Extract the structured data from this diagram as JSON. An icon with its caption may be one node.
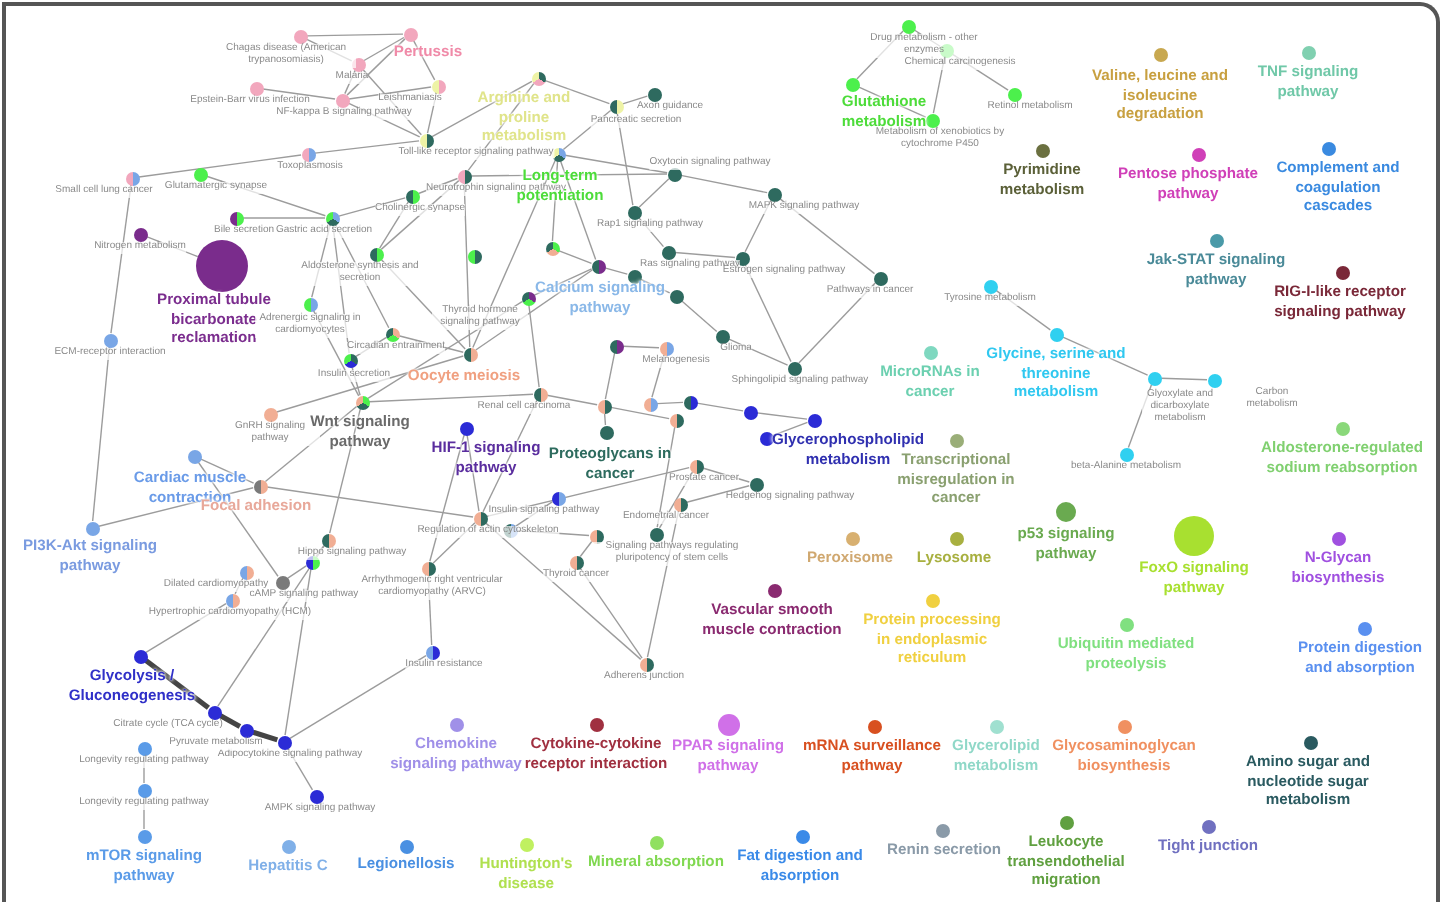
{
  "diagram": {
    "nodes": [
      {
        "text": [],
        "shape": "circle",
        "beside": [
          "Chagas disease (American trypanosomiasis)"
        ]
      },
      {
        "text": [],
        "shape": "circle",
        "beside": [
          "Pertussis"
        ]
      },
      {
        "text": [],
        "shape": "circle",
        "beside": [
          "Malaria"
        ]
      },
      {
        "text": [],
        "shape": "circle",
        "beside": [
          "Epstein-Barr virus infection"
        ]
      },
      {
        "text": [],
        "shape": "circle",
        "beside": [
          "NF-kappa B signaling pathway"
        ]
      },
      {
        "text": [],
        "shape": "circle",
        "beside": [
          "Leishmaniasis"
        ]
      },
      {
        "text": [],
        "shape": "circle",
        "beside": [
          "Toxoplasmosis"
        ]
      },
      {
        "text": [],
        "shape": "circle",
        "beside": [
          "Toll-like receptor signaling pathway"
        ]
      },
      {
        "text": [],
        "shape": "circle",
        "beside": [
          "Small cell lung cancer"
        ]
      },
      {
        "text": [],
        "shape": "circle",
        "beside": [
          "Glutamatergic synapse"
        ]
      },
      {
        "text": [],
        "shape": "circle",
        "beside": [
          "Nitrogen metabolism"
        ]
      },
      {
        "text": [],
        "shape": "circle",
        "beside": [
          "Bile secretion"
        ]
      },
      {
        "text": [],
        "shape": "circle",
        "beside": [
          "Gastric acid secretion"
        ]
      },
      {
        "text": [],
        "shape": "circle",
        "beside": [
          "Cholinergic synapse"
        ]
      },
      {
        "text": [],
        "shape": "circle",
        "beside": [
          "Neurotrophin signaling pathway"
        ]
      },
      {
        "text": [],
        "shape": "circle",
        "beside": [
          "Proximal tubule bicarbonate reclamation"
        ]
      },
      {
        "text": [],
        "shape": "circle",
        "beside": [
          "Aldosterone synthesis and secretion"
        ]
      },
      {
        "text": [],
        "shape": "circle"
      },
      {
        "text": [],
        "shape": "circle",
        "beside": [
          "Adrenergic signaling in cardiomyocytes"
        ]
      },
      {
        "text": [],
        "shape": "circle",
        "beside": [
          "Circadian entrainment"
        ]
      },
      {
        "text": [],
        "shape": "circle",
        "beside": [
          "Insulin secretion"
        ]
      },
      {
        "text": [],
        "shape": "circle",
        "beside": [
          "Oocyte meiosis"
        ]
      },
      {
        "text": [],
        "shape": "circle",
        "beside": [
          "ECM-receptor interaction"
        ]
      },
      {
        "text": [],
        "shape": "circle",
        "beside": [
          "GnRH signaling pathway"
        ]
      },
      {
        "text": [],
        "shape": "circle",
        "beside": [
          "Wnt signaling pathway"
        ]
      },
      {
        "text": [],
        "shape": "circle",
        "beside": [
          "HIF-1 signaling pathway"
        ]
      },
      {
        "text": [],
        "shape": "circle",
        "beside": [
          "Cardiac muscle contraction"
        ]
      },
      {
        "text": [],
        "shape": "circle",
        "beside": [
          "Arginine and proline metabolism"
        ]
      },
      {
        "text": [],
        "shape": "circle",
        "beside": [
          "Axon guidance"
        ]
      },
      {
        "text": [],
        "shape": "circle",
        "beside": [
          "Pancreatic secretion"
        ]
      },
      {
        "text": [],
        "shape": "circle",
        "beside": [
          "Long-term potentiation"
        ]
      },
      {
        "text": [],
        "shape": "circle",
        "beside": [
          "Oxytocin signaling pathway"
        ]
      },
      {
        "text": [],
        "shape": "circle",
        "beside": [
          "MAPK signaling pathway"
        ]
      },
      {
        "text": [],
        "shape": "circle",
        "beside": [
          "Rap1 signaling pathway"
        ]
      },
      {
        "text": [],
        "shape": "circle"
      },
      {
        "text": [],
        "shape": "circle",
        "beside": [
          "Ras signaling pathway"
        ]
      },
      {
        "text": [],
        "shape": "circle",
        "beside": [
          "Calcium signaling pathway"
        ]
      },
      {
        "text": [],
        "shape": "circle",
        "beside": [
          "Estrogen signaling pathway"
        ]
      },
      {
        "text": [],
        "shape": "circle"
      },
      {
        "text": [],
        "shape": "circle",
        "beside": [
          "Pathways in cancer"
        ]
      },
      {
        "text": [],
        "shape": "circle",
        "beside": [
          "Thyroid hormone signaling pathway"
        ]
      },
      {
        "text": [],
        "shape": "circle"
      },
      {
        "text": [],
        "shape": "circle"
      },
      {
        "text": [],
        "shape": "circle",
        "beside": [
          "Melanogenesis"
        ]
      },
      {
        "text": [],
        "shape": "circle",
        "beside": [
          "Glioma"
        ]
      },
      {
        "text": [],
        "shape": "circle",
        "beside": [
          "Sphingolipid signaling pathway"
        ]
      },
      {
        "text": [],
        "shape": "circle",
        "beside": [
          "Renal cell carcinoma"
        ]
      },
      {
        "text": [],
        "shape": "circle"
      },
      {
        "text": [],
        "shape": "circle"
      },
      {
        "text": [],
        "shape": "circle"
      },
      {
        "text": [],
        "shape": "circle"
      },
      {
        "text": [],
        "shape": "circle",
        "beside": [
          "Proteoglycans in cancer"
        ]
      },
      {
        "text": [],
        "shape": "circle"
      },
      {
        "text": [],
        "shape": "circle",
        "beside": [
          "Glycerophospholipid metabolism"
        ]
      },
      {
        "text": [],
        "shape": "circle"
      },
      {
        "text": [],
        "shape": "circle",
        "beside": [
          "Drug metabolism - other enzymes"
        ]
      },
      {
        "text": [],
        "shape": "circle",
        "beside": [
          "Chemical carcinogenesis"
        ]
      },
      {
        "text": [],
        "shape": "circle",
        "beside": [
          "Glutathione metabolism"
        ]
      },
      {
        "text": [],
        "shape": "circle",
        "beside": [
          "Metabolism of xenobiotics by cytochrome P450"
        ]
      },
      {
        "text": [],
        "shape": "circle",
        "beside": [
          "Retinol metabolism"
        ]
      },
      {
        "text": [],
        "shape": "circle",
        "beside": [
          "MicroRNAs in cancer"
        ]
      },
      {
        "text": [],
        "shape": "circle",
        "beside": [
          "Transcriptional misregulation in cancer"
        ]
      },
      {
        "text": [],
        "shape": "circle",
        "beside": [
          "Valine, leucine and isoleucine degradation"
        ]
      },
      {
        "text": [],
        "shape": "circle",
        "beside": [
          "TNF signaling pathway"
        ]
      },
      {
        "text": [],
        "shape": "circle",
        "beside": [
          "Pyrimidine metabolism"
        ]
      },
      {
        "text": [],
        "shape": "circle",
        "beside": [
          "Pentose phosphate pathway"
        ]
      },
      {
        "text": [],
        "shape": "circle",
        "beside": [
          "Complement and coagulation cascades"
        ]
      },
      {
        "text": [],
        "shape": "circle",
        "beside": [
          "Jak-STAT signaling pathway"
        ]
      },
      {
        "text": [],
        "shape": "circle",
        "beside": [
          "RIG-I-like receptor signaling pathway"
        ]
      },
      {
        "text": [],
        "shape": "circle",
        "beside": [
          "Tyrosine metabolism"
        ]
      },
      {
        "text": [],
        "shape": "circle",
        "beside": [
          "Glycine, serine and threonine metabolism"
        ]
      },
      {
        "text": [],
        "shape": "circle",
        "beside": [
          "Glyoxylate and dicarboxylate metabolism"
        ]
      },
      {
        "text": [],
        "shape": "circle",
        "beside": [
          "Carbon metabolism"
        ]
      },
      {
        "text": [],
        "shape": "circle",
        "beside": [
          "beta-Alanine metabolism"
        ]
      },
      {
        "text": [],
        "shape": "circle",
        "beside": [
          "Aldosterone-regulated sodium reabsorption"
        ]
      },
      {
        "text": [],
        "shape": "circle",
        "beside": [
          "p53 signaling pathway"
        ]
      },
      {
        "text": [],
        "shape": "circle",
        "beside": [
          "FoxO signaling pathway"
        ]
      },
      {
        "text": [],
        "shape": "circle",
        "beside": [
          "N-Glycan biosynthesis"
        ]
      },
      {
        "text": [],
        "shape": "circle",
        "beside": [
          "Ubiquitin mediated proteolysis"
        ]
      },
      {
        "text": [],
        "shape": "circle",
        "beside": [
          "Protein digestion and absorption"
        ]
      },
      {
        "text": [],
        "shape": "circle",
        "beside": [
          "Peroxisome"
        ]
      },
      {
        "text": [],
        "shape": "circle",
        "beside": [
          "Lysosome"
        ]
      },
      {
        "text": [],
        "shape": "circle",
        "beside": [
          "Vascular smooth muscle contraction"
        ]
      },
      {
        "text": [],
        "shape": "circle",
        "beside": [
          "Protein processing in endoplasmic reticulum"
        ]
      },
      {
        "text": [],
        "shape": "circle",
        "beside": [
          "Adherens junction"
        ]
      },
      {
        "text": [],
        "shape": "circle",
        "beside": [
          "Cytokine-cytokine receptor interaction"
        ]
      },
      {
        "text": [],
        "shape": "circle",
        "beside": [
          "PPAR signaling pathway"
        ]
      },
      {
        "text": [],
        "shape": "circle",
        "beside": [
          "mRNA surveillance pathway"
        ]
      },
      {
        "text": [],
        "shape": "circle",
        "beside": [
          "Glycerolipid metabolism"
        ]
      },
      {
        "text": [],
        "shape": "circle",
        "beside": [
          "Glycosaminoglycan biosynthesis"
        ]
      },
      {
        "text": [],
        "shape": "circle",
        "beside": [
          "Amino sugar and nucleotide sugar metabolism"
        ]
      },
      {
        "text": [],
        "shape": "circle",
        "beside": [
          "Leukocyte transendothelial migration"
        ]
      },
      {
        "text": [],
        "shape": "circle",
        "beside": [
          "Tight junction"
        ]
      },
      {
        "text": [],
        "shape": "circle",
        "beside": [
          "Renin secretion"
        ]
      },
      {
        "text": [],
        "shape": "circle",
        "beside": [
          "Fat digestion and absorption"
        ]
      },
      {
        "text": [],
        "shape": "circle",
        "beside": [
          "Mineral absorption"
        ]
      },
      {
        "text": [],
        "shape": "circle",
        "beside": [
          "Huntington's disease"
        ]
      },
      {
        "text": [],
        "shape": "circle",
        "beside": [
          "Legionellosis"
        ]
      },
      {
        "text": [],
        "shape": "circle",
        "beside": [
          "Hepatitis C"
        ]
      },
      {
        "text": [],
        "shape": "circle",
        "beside": [
          "mTOR signaling pathway"
        ]
      },
      {
        "text": [],
        "shape": "circle",
        "beside": [
          "Longevity regulating pathway"
        ]
      },
      {
        "text": [],
        "shape": "circle",
        "beside": [
          "Longevity regulating pathway"
        ]
      },
      {
        "text": [],
        "shape": "circle",
        "beside": [
          "Chemokine signaling pathway"
        ]
      },
      {
        "text": [],
        "shape": "circle",
        "beside": [
          "AMPK signaling pathway"
        ]
      },
      {
        "text": [],
        "shape": "circle",
        "beside": [
          "Adipocytokine signaling pathway"
        ]
      },
      {
        "text": [],
        "shape": "circle",
        "beside": [
          "Pyruvate metabolism"
        ]
      },
      {
        "text": [],
        "shape": "circle",
        "beside": [
          "Citrate cycle (TCA cycle)"
        ]
      },
      {
        "text": [],
        "shape": "circle",
        "beside": [
          "Glycolysis / Gluconeogenesis"
        ]
      },
      {
        "text": [],
        "shape": "circle",
        "beside": [
          "Insulin resistance"
        ]
      },
      {
        "text": [],
        "shape": "circle",
        "beside": [
          "Arrhythmogenic right ventricular cardiomyopathy (ARVC)"
        ]
      },
      {
        "text": [],
        "shape": "circle",
        "beside": [
          "Regulation of actin cytoskeleton"
        ]
      },
      {
        "text": [],
        "shape": "circle",
        "beside": [
          "Hypertrophic cardiomyopathy (HCM)"
        ]
      },
      {
        "text": [],
        "shape": "circle",
        "beside": [
          "Dilated cardiomyopathy"
        ]
      },
      {
        "text": [],
        "shape": "circle",
        "beside": [
          "cAMP signaling pathway"
        ]
      },
      {
        "text": [],
        "shape": "circle"
      },
      {
        "text": [],
        "shape": "circle",
        "beside": [
          "Hippo signaling pathway"
        ]
      },
      {
        "text": [],
        "shape": "circle",
        "beside": [
          "Focal adhesion"
        ]
      },
      {
        "text": [],
        "shape": "circle",
        "beside": [
          "PI3K-Akt signaling pathway"
        ]
      },
      {
        "text": [],
        "shape": "circle",
        "beside": [
          "Insulin signaling pathway"
        ]
      },
      {
        "text": [],
        "shape": "circle",
        "beside": [
          "Prostate cancer"
        ]
      },
      {
        "text": [],
        "shape": "circle",
        "beside": [
          "Hedgehog signaling pathway"
        ]
      },
      {
        "text": [],
        "shape": "circle",
        "beside": [
          "Endometrial cancer"
        ]
      },
      {
        "text": [],
        "shape": "circle"
      },
      {
        "text": [],
        "shape": "circle"
      },
      {
        "text": [],
        "shape": "circle",
        "beside": [
          "Signaling pathways regulating pluripotency of stem cells"
        ]
      },
      {
        "text": [],
        "shape": "circle",
        "beside": [
          "Thyroid cancer"
        ]
      }
    ],
    "edges": [
      {
        "from": 0,
        "to": 1,
        "arrow": "none"
      },
      {
        "from": 0,
        "to": 2,
        "arrow": "none"
      },
      {
        "from": 1,
        "to": 2,
        "arrow": "none"
      },
      {
        "from": 1,
        "to": 5,
        "arrow": "none"
      },
      {
        "from": 2,
        "to": 4,
        "arrow": "none"
      },
      {
        "from": 3,
        "to": 4,
        "arrow": "none"
      },
      {
        "from": 1,
        "to": 4,
        "arrow": "none"
      },
      {
        "from": 4,
        "to": 7,
        "arrow": "none"
      },
      {
        "from": 2,
        "to": 7,
        "arrow": "none"
      },
      {
        "from": 5,
        "to": 7,
        "arrow": "none"
      },
      {
        "from": 4,
        "to": 5,
        "arrow": "none"
      },
      {
        "from": 6,
        "to": 7,
        "arrow": "none"
      },
      {
        "from": 6,
        "to": 8,
        "arrow": "none"
      },
      {
        "from": 8,
        "to": 22,
        "arrow": "none"
      },
      {
        "from": 9,
        "to": 12,
        "arrow": "none"
      },
      {
        "from": 10,
        "to": 15,
        "arrow": "none"
      },
      {
        "from": 11,
        "to": 12,
        "arrow": "none"
      },
      {
        "from": 12,
        "to": 13,
        "arrow": "none"
      },
      {
        "from": 12,
        "to": 19,
        "arrow": "none"
      },
      {
        "from": 12,
        "to": 20,
        "arrow": "none"
      },
      {
        "from": 13,
        "to": 14,
        "arrow": "none"
      },
      {
        "from": 14,
        "to": 27,
        "arrow": "none"
      },
      {
        "from": 14,
        "to": 31,
        "arrow": "none"
      },
      {
        "from": 14,
        "to": 16,
        "arrow": "none"
      },
      {
        "from": 14,
        "to": 21,
        "arrow": "none"
      },
      {
        "from": 16,
        "to": 21,
        "arrow": "none"
      },
      {
        "from": 16,
        "to": 13,
        "arrow": "none"
      },
      {
        "from": 18,
        "to": 12,
        "arrow": "none"
      },
      {
        "from": 18,
        "to": 24,
        "arrow": "none"
      },
      {
        "from": 19,
        "to": 20,
        "arrow": "none"
      },
      {
        "from": 19,
        "to": 21,
        "arrow": "none"
      },
      {
        "from": 20,
        "to": 24,
        "arrow": "none"
      },
      {
        "from": 21,
        "to": 30,
        "arrow": "none"
      },
      {
        "from": 21,
        "to": 36,
        "arrow": "none"
      },
      {
        "from": 22,
        "to": 117,
        "arrow": "none"
      },
      {
        "from": 23,
        "to": 21,
        "arrow": "none"
      },
      {
        "from": 24,
        "to": 40,
        "arrow": "none"
      },
      {
        "from": 24,
        "to": 46,
        "arrow": "none"
      },
      {
        "from": 26,
        "to": 116,
        "arrow": "none"
      },
      {
        "from": 26,
        "to": 113,
        "arrow": "none"
      },
      {
        "from": 117,
        "to": 116,
        "arrow": "none"
      },
      {
        "from": 116,
        "to": 110,
        "arrow": "none"
      },
      {
        "from": 27,
        "to": 29,
        "arrow": "none"
      },
      {
        "from": 27,
        "to": 7,
        "arrow": "none"
      },
      {
        "from": 28,
        "to": 29,
        "arrow": "none"
      },
      {
        "from": 29,
        "to": 30,
        "arrow": "none"
      },
      {
        "from": 29,
        "to": 33,
        "arrow": "none"
      },
      {
        "from": 30,
        "to": 31,
        "arrow": "none"
      },
      {
        "from": 30,
        "to": 36,
        "arrow": "none"
      },
      {
        "from": 30,
        "to": 34,
        "arrow": "none"
      },
      {
        "from": 31,
        "to": 32,
        "arrow": "none"
      },
      {
        "from": 31,
        "to": 33,
        "arrow": "none"
      },
      {
        "from": 32,
        "to": 39,
        "arrow": "none"
      },
      {
        "from": 32,
        "to": 37,
        "arrow": "none"
      },
      {
        "from": 33,
        "to": 35,
        "arrow": "none"
      },
      {
        "from": 35,
        "to": 37,
        "arrow": "none"
      },
      {
        "from": 36,
        "to": 38,
        "arrow": "none"
      },
      {
        "from": 36,
        "to": 40,
        "arrow": "none"
      },
      {
        "from": 37,
        "to": 45,
        "arrow": "none"
      },
      {
        "from": 38,
        "to": 41,
        "arrow": "none"
      },
      {
        "from": 39,
        "to": 45,
        "arrow": "none"
      },
      {
        "from": 40,
        "to": 46,
        "arrow": "none"
      },
      {
        "from": 41,
        "to": 44,
        "arrow": "none"
      },
      {
        "from": 42,
        "to": 43,
        "arrow": "none"
      },
      {
        "from": 42,
        "to": 47,
        "arrow": "none"
      },
      {
        "from": 43,
        "to": 48,
        "arrow": "none"
      },
      {
        "from": 44,
        "to": 45,
        "arrow": "none"
      },
      {
        "from": 46,
        "to": 47,
        "arrow": "none"
      },
      {
        "from": 47,
        "to": 50,
        "arrow": "none"
      },
      {
        "from": 48,
        "to": 49,
        "arrow": "none"
      },
      {
        "from": 49,
        "to": 52,
        "arrow": "none"
      },
      {
        "from": 51,
        "to": 47,
        "arrow": "none"
      },
      {
        "from": 52,
        "to": 53,
        "arrow": "none"
      },
      {
        "from": 53,
        "to": 54,
        "arrow": "none"
      },
      {
        "from": 55,
        "to": 56,
        "arrow": "none"
      },
      {
        "from": 55,
        "to": 57,
        "arrow": "none"
      },
      {
        "from": 56,
        "to": 58,
        "arrow": "none"
      },
      {
        "from": 57,
        "to": 58,
        "arrow": "none"
      },
      {
        "from": 56,
        "to": 59,
        "arrow": "none"
      },
      {
        "from": 69,
        "to": 70,
        "arrow": "none"
      },
      {
        "from": 70,
        "to": 71,
        "arrow": "none"
      },
      {
        "from": 71,
        "to": 72,
        "arrow": "none"
      },
      {
        "from": 71,
        "to": 73,
        "arrow": "none"
      },
      {
        "from": 25,
        "to": 109,
        "arrow": "none"
      },
      {
        "from": 25,
        "to": 110,
        "arrow": "none"
      },
      {
        "from": 109,
        "to": 110,
        "arrow": "none"
      },
      {
        "from": 110,
        "to": 119,
        "arrow": "none"
      },
      {
        "from": 110,
        "to": 84,
        "arrow": "none"
      },
      {
        "from": 113,
        "to": 114,
        "arrow": "none"
      },
      {
        "from": 114,
        "to": 115,
        "arrow": "none"
      },
      {
        "from": 112,
        "to": 111,
        "arrow": "none"
      },
      {
        "from": 111,
        "to": 107,
        "arrow": "none"
      },
      {
        "from": 107,
        "to": 106,
        "arrow": "none",
        "style": "thick"
      },
      {
        "from": 106,
        "to": 105,
        "arrow": "none",
        "style": "thick"
      },
      {
        "from": 105,
        "to": 104,
        "arrow": "none",
        "style": "thick"
      },
      {
        "from": 104,
        "to": 108,
        "arrow": "none"
      },
      {
        "from": 104,
        "to": 103,
        "arrow": "none"
      },
      {
        "from": 101,
        "to": 100,
        "arrow": "none"
      },
      {
        "from": 100,
        "to": 99,
        "arrow": "none"
      },
      {
        "from": 115,
        "to": 106,
        "arrow": "none"
      },
      {
        "from": 114,
        "to": 104,
        "arrow": "none"
      },
      {
        "from": 108,
        "to": 109,
        "arrow": "none"
      },
      {
        "from": 118,
        "to": 122,
        "arrow": "none"
      },
      {
        "from": 122,
        "to": 123,
        "arrow": "none"
      },
      {
        "from": 123,
        "to": 125,
        "arrow": "none"
      },
      {
        "from": 125,
        "to": 84,
        "arrow": "none"
      },
      {
        "from": 121,
        "to": 84,
        "arrow": "none"
      },
      {
        "from": 119,
        "to": 120,
        "arrow": "none"
      },
      {
        "from": 120,
        "to": 121,
        "arrow": "none"
      },
      {
        "from": 46,
        "to": 110,
        "arrow": "none"
      },
      {
        "from": 24,
        "to": 115,
        "arrow": "none"
      },
      {
        "from": 24,
        "to": 116,
        "arrow": "none"
      },
      {
        "from": 34,
        "to": 36,
        "arrow": "none"
      },
      {
        "from": 50,
        "to": 124,
        "arrow": "none"
      },
      {
        "from": 124,
        "to": 119,
        "arrow": "none"
      }
    ]
  }
}
